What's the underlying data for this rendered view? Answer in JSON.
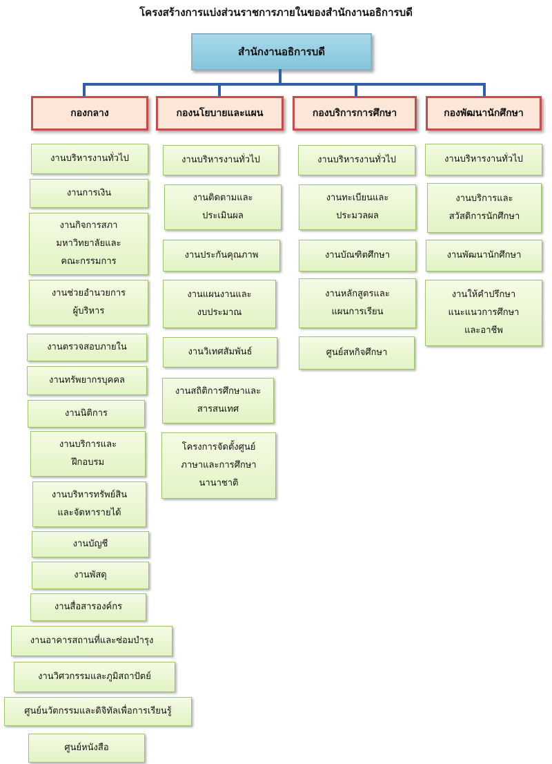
{
  "title": "โครงสร้างการแบ่งส่วนราชการภายในของสำนักงานอธิการบดี",
  "top": "สำนักงานอธิการบดี",
  "divisions": [
    {
      "name": "กองกลาง",
      "units": [
        "งานบริหารงานทั่วไป",
        "งานการเงิน",
        "งานกิจการสภา\nมหาวิทยาลัยและ\nคณะกรรมการ",
        "งานช่วยอำนวยการ\nผู้บริหาร",
        "งานตรวจสอบภายใน",
        "งานทรัพยากรบุคคล",
        "งานนิติการ",
        "งานบริการและ\nฝึกอบรม",
        "งานบริหารทรัพย์สิน\nและจัดหารายได้",
        "งานบัญชี",
        "งานพัสดุ",
        "งานสื่อสารองค์กร",
        "งานอาคารสถานที่และซ่อมบำรุง",
        "งานวิศวกรรมและภูมิสถาปัตย์",
        "ศูนย์นวัตกรรมและดิจิทัลเพื่อการเรียนรู้",
        "ศูนย์หนังสือ"
      ]
    },
    {
      "name": "กองนโยบายและแผน",
      "units": [
        "งานบริหารงานทั่วไป",
        "งานติดตามและ\nประเมินผล",
        "งานประกันคุณภาพ",
        "งานแผนงานและ\nงบประมาณ",
        "งานวิเทศสัมพันธ์",
        "งานสถิติการศึกษาและ\nสารสนเทศ",
        "โครงการจัดตั้งศูนย์\nภาษาและการศึกษา\nนานาชาติ"
      ]
    },
    {
      "name": "กองบริการการศึกษา",
      "units": [
        "งานบริหารงานทั่วไป",
        "งานทะเบียนและ\nประมวลผล",
        "งานบัณฑิตศึกษา",
        "งานหลักสูตรและ\nแผนการเรียน",
        "ศูนย์สหกิจศึกษา"
      ]
    },
    {
      "name": "กองพัฒนานักศึกษา",
      "units": [
        "งานบริหารงานทั่วไป",
        "งานบริการและ\nสวัสดิการนักศึกษา",
        "งานพัฒนานักศึกษา",
        "งานให้คำปรึกษา\nแนะแนวการศึกษา\nและอาชีพ"
      ]
    }
  ]
}
